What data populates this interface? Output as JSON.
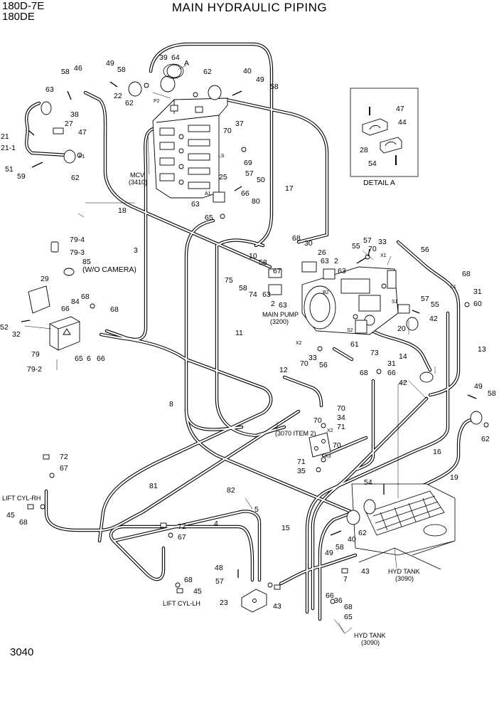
{
  "header": {
    "model_line1": "180D-7E",
    "model_line2": "180DE",
    "title": "MAIN HYDRAULIC PIPING"
  },
  "page_number": "3040",
  "labels": {
    "mcv": "MCV",
    "mcv_ref": "(3410)",
    "main_pump": "MAIN PUMP",
    "main_pump_ref": "(3200)",
    "wo_camera": "(W/O CAMERA)",
    "item_3070": "(3070 ITEM 2)",
    "lift_rh": "LIFT CYL-RH",
    "lift_lh": "LIFT CYL-LH",
    "hyd_tank": "HYD TANK",
    "hyd_tank_ref": "(3090)",
    "hyd_tank2": "HYD TANK",
    "hyd_tank2_ref": "(3090)",
    "detail_a": "DETAIL A",
    "callout_a": "A",
    "port_p1": "P1",
    "port_p2": "P2",
    "port_ls": "LS",
    "port_a1": "A1",
    "port_x1": "X1",
    "port_x2": "X2",
    "port_x2b": "X2",
    "port_x3": "X3",
    "port_l1": "L1",
    "port_b2": "B2",
    "port_s1": "S1",
    "port_s2": "S2"
  },
  "callouts": [
    {
      "id": "c-58a",
      "text": "58"
    },
    {
      "id": "c-46",
      "text": "46"
    },
    {
      "id": "c-49a",
      "text": "49"
    },
    {
      "id": "c-58b",
      "text": "58"
    },
    {
      "id": "c-22",
      "text": "22"
    },
    {
      "id": "c-62a",
      "text": "62"
    },
    {
      "id": "c-39",
      "text": "39"
    },
    {
      "id": "c-64",
      "text": "64"
    },
    {
      "id": "c-62b",
      "text": "62"
    },
    {
      "id": "c-40a",
      "text": "40"
    },
    {
      "id": "c-49b",
      "text": "49"
    },
    {
      "id": "c-58c",
      "text": "58"
    },
    {
      "id": "c-63a",
      "text": "63"
    },
    {
      "id": "c-38",
      "text": "38"
    },
    {
      "id": "c-27",
      "text": "27"
    },
    {
      "id": "c-47a",
      "text": "47"
    },
    {
      "id": "c-21",
      "text": "21"
    },
    {
      "id": "c-21-1",
      "text": "21-1"
    },
    {
      "id": "c-51",
      "text": "51"
    },
    {
      "id": "c-59",
      "text": "59"
    },
    {
      "id": "c-62c",
      "text": "62"
    },
    {
      "id": "c-70a",
      "text": "70"
    },
    {
      "id": "c-37",
      "text": "37"
    },
    {
      "id": "c-69",
      "text": "69"
    },
    {
      "id": "c-25",
      "text": "25"
    },
    {
      "id": "c-57a",
      "text": "57"
    },
    {
      "id": "c-50",
      "text": "50"
    },
    {
      "id": "c-66a",
      "text": "66"
    },
    {
      "id": "c-63b",
      "text": "63"
    },
    {
      "id": "c-80",
      "text": "80"
    },
    {
      "id": "c-17",
      "text": "17"
    },
    {
      "id": "c-18",
      "text": "18"
    },
    {
      "id": "c-65a",
      "text": "65"
    },
    {
      "id": "c-47b",
      "text": "47"
    },
    {
      "id": "c-44",
      "text": "44"
    },
    {
      "id": "c-28",
      "text": "28"
    },
    {
      "id": "c-54a",
      "text": "54"
    },
    {
      "id": "c-79-4",
      "text": "79-4"
    },
    {
      "id": "c-79-3",
      "text": "79-3"
    },
    {
      "id": "c-85",
      "text": "85"
    },
    {
      "id": "c-3",
      "text": "3"
    },
    {
      "id": "c-68a",
      "text": "68"
    },
    {
      "id": "c-30",
      "text": "30"
    },
    {
      "id": "c-10",
      "text": "10"
    },
    {
      "id": "c-58d",
      "text": "58"
    },
    {
      "id": "c-26",
      "text": "26"
    },
    {
      "id": "c-2a",
      "text": "2"
    },
    {
      "id": "c-55a",
      "text": "55"
    },
    {
      "id": "c-57b",
      "text": "57"
    },
    {
      "id": "c-70b",
      "text": "70"
    },
    {
      "id": "c-33a",
      "text": "33"
    },
    {
      "id": "c-56a",
      "text": "56"
    },
    {
      "id": "c-29",
      "text": "29"
    },
    {
      "id": "c-75",
      "text": "75"
    },
    {
      "id": "c-67a",
      "text": "67"
    },
    {
      "id": "c-63c",
      "text": "63"
    },
    {
      "id": "c-63d",
      "text": "63"
    },
    {
      "id": "c-58e",
      "text": "58"
    },
    {
      "id": "c-74",
      "text": "74"
    },
    {
      "id": "c-63e",
      "text": "63"
    },
    {
      "id": "c-2b",
      "text": "2"
    },
    {
      "id": "c-63f",
      "text": "63"
    },
    {
      "id": "c-68b",
      "text": "68"
    },
    {
      "id": "c-31a",
      "text": "31"
    },
    {
      "id": "c-60",
      "text": "60"
    },
    {
      "id": "c-68c",
      "text": "68"
    },
    {
      "id": "c-84",
      "text": "84"
    },
    {
      "id": "c-66b",
      "text": "66"
    },
    {
      "id": "c-68d",
      "text": "68"
    },
    {
      "id": "c-57c",
      "text": "57"
    },
    {
      "id": "c-55b",
      "text": "55"
    },
    {
      "id": "c-42a",
      "text": "42"
    },
    {
      "id": "c-20",
      "text": "20"
    },
    {
      "id": "c-52",
      "text": "52"
    },
    {
      "id": "c-32",
      "text": "32"
    },
    {
      "id": "c-11",
      "text": "11"
    },
    {
      "id": "c-61",
      "text": "61"
    },
    {
      "id": "c-14",
      "text": "14"
    },
    {
      "id": "c-13",
      "text": "13"
    },
    {
      "id": "c-79",
      "text": "79"
    },
    {
      "id": "c-65b",
      "text": "65"
    },
    {
      "id": "c-6",
      "text": "6"
    },
    {
      "id": "c-66c",
      "text": "66"
    },
    {
      "id": "c-33b",
      "text": "33"
    },
    {
      "id": "c-73",
      "text": "73"
    },
    {
      "id": "c-70c",
      "text": "70"
    },
    {
      "id": "c-56b",
      "text": "56"
    },
    {
      "id": "c-31b",
      "text": "31"
    },
    {
      "id": "c-79-2",
      "text": "79-2"
    },
    {
      "id": "c-12",
      "text": "12"
    },
    {
      "id": "c-68e",
      "text": "68"
    },
    {
      "id": "c-66d",
      "text": "66"
    },
    {
      "id": "c-42b",
      "text": "42"
    },
    {
      "id": "c-8",
      "text": "8"
    },
    {
      "id": "c-70d",
      "text": "70"
    },
    {
      "id": "c-70e",
      "text": "70"
    },
    {
      "id": "c-34",
      "text": "34"
    },
    {
      "id": "c-71a",
      "text": "71"
    },
    {
      "id": "c-49c",
      "text": "49"
    },
    {
      "id": "c-58f",
      "text": "58"
    },
    {
      "id": "c-62d",
      "text": "62"
    },
    {
      "id": "c-70f",
      "text": "70"
    },
    {
      "id": "c-16",
      "text": "16"
    },
    {
      "id": "c-72a",
      "text": "72"
    },
    {
      "id": "c-67b",
      "text": "67"
    },
    {
      "id": "c-71b",
      "text": "71"
    },
    {
      "id": "c-35",
      "text": "35"
    },
    {
      "id": "c-19",
      "text": "19"
    },
    {
      "id": "c-81",
      "text": "81"
    },
    {
      "id": "c-82",
      "text": "82"
    },
    {
      "id": "c-54b",
      "text": "54"
    },
    {
      "id": "c-45a",
      "text": "45"
    },
    {
      "id": "c-68f",
      "text": "68"
    },
    {
      "id": "c-5",
      "text": "5"
    },
    {
      "id": "c-4",
      "text": "4"
    },
    {
      "id": "c-15",
      "text": "15"
    },
    {
      "id": "c-72b",
      "text": "72"
    },
    {
      "id": "c-67c",
      "text": "67"
    },
    {
      "id": "c-62e",
      "text": "62"
    },
    {
      "id": "c-40b",
      "text": "40"
    },
    {
      "id": "c-58g",
      "text": "58"
    },
    {
      "id": "c-49d",
      "text": "49"
    },
    {
      "id": "c-48",
      "text": "48"
    },
    {
      "id": "c-57d",
      "text": "57"
    },
    {
      "id": "c-7",
      "text": "7"
    },
    {
      "id": "c-43a",
      "text": "43"
    },
    {
      "id": "c-68g",
      "text": "68"
    },
    {
      "id": "c-45b",
      "text": "45"
    },
    {
      "id": "c-23",
      "text": "23"
    },
    {
      "id": "c-43b",
      "text": "43"
    },
    {
      "id": "c-66e",
      "text": "66"
    },
    {
      "id": "c-36",
      "text": "36"
    },
    {
      "id": "c-68h",
      "text": "68"
    },
    {
      "id": "c-65c",
      "text": "65"
    }
  ]
}
